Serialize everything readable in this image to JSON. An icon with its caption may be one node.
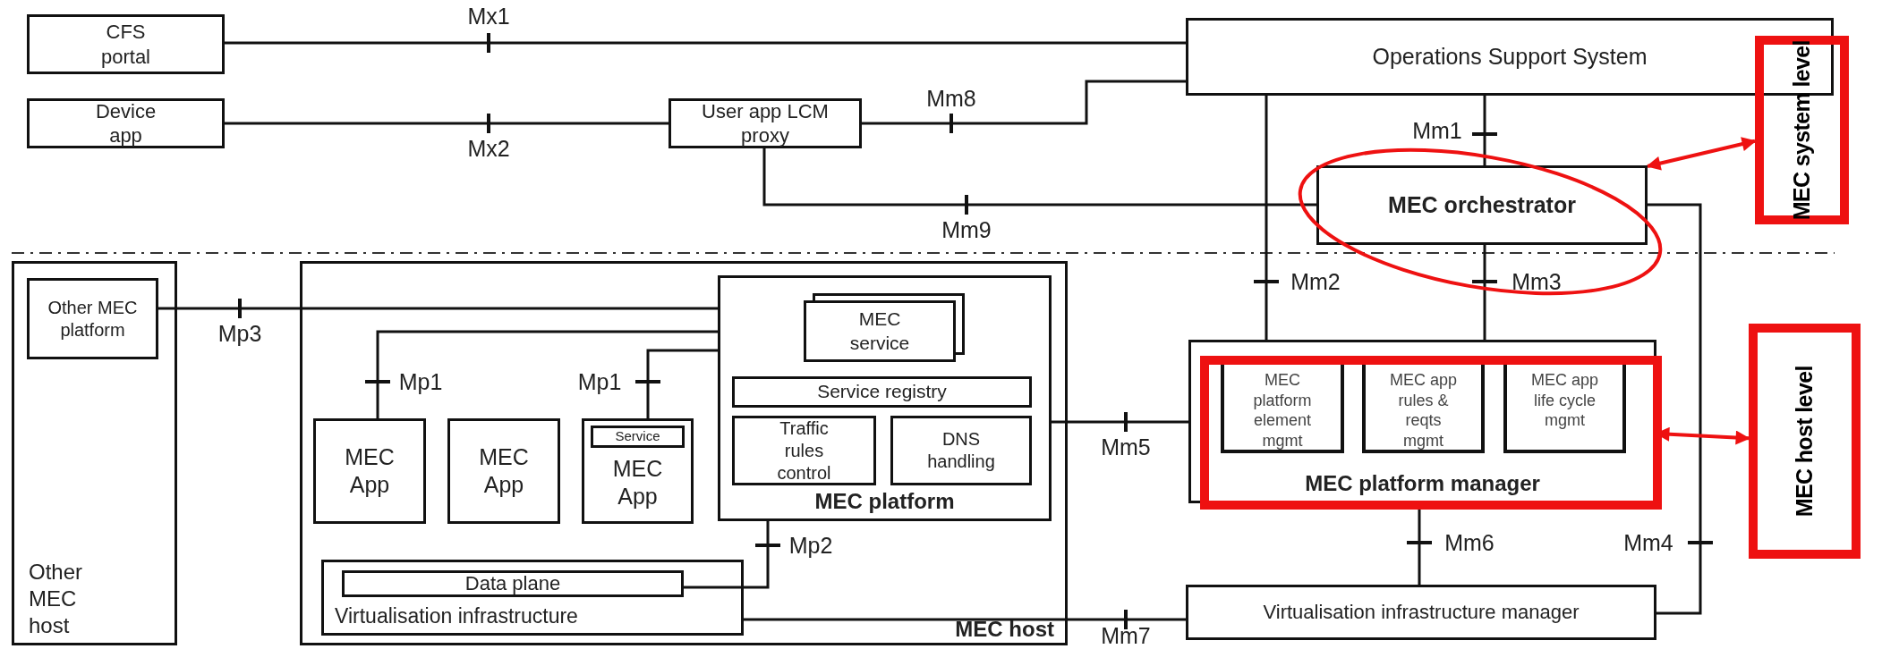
{
  "diagram": {
    "nodes": [
      {
        "text": [
          "CFS portal"
        ]
      },
      {
        "text": [
          "Operations Support System"
        ]
      },
      {
        "text": [
          "MEC system level"
        ]
      },
      {
        "text": [
          "Device app"
        ]
      },
      {
        "text": [
          "User app LCM proxy"
        ]
      },
      {
        "text": [
          "MEC orchestrator"
        ]
      },
      {
        "text": [
          "Other MEC host"
        ]
      },
      {
        "text": [
          "Other MEC platform"
        ],
        "in": 6
      },
      {
        "text": [
          "MEC host"
        ]
      },
      {
        "text": [
          "MEC platform"
        ],
        "in": 8
      },
      {
        "text": [
          "MEC service"
        ],
        "in": 9
      },
      {
        "text": [
          "Service registry"
        ],
        "in": 9
      },
      {
        "text": [
          "Traffic rules control"
        ],
        "in": 9
      },
      {
        "text": [
          "DNS handling"
        ],
        "in": 9
      },
      {
        "text": [
          "MEC App"
        ],
        "in": 8
      },
      {
        "text": [
          "MEC App"
        ],
        "in": 8
      },
      {
        "text": [
          "MEC App"
        ],
        "in": 8
      },
      {
        "text": [
          "Service"
        ],
        "in": 16
      },
      {
        "text": [
          "Virtualisation infrastructure"
        ],
        "in": 8
      },
      {
        "text": [
          "Data plane"
        ],
        "in": 18
      },
      {
        "text": [
          "MEC platform manager"
        ]
      },
      {
        "text": [
          "MEC platform element mgmt"
        ],
        "in": 20
      },
      {
        "text": [
          "MEC app rules & reqts mgmt"
        ],
        "in": 20
      },
      {
        "text": [
          "MEC app life cycle mgmt"
        ],
        "in": 20
      },
      {
        "text": [
          "MEC host level"
        ]
      },
      {
        "text": [
          "Virtualisation infrastructure manager"
        ]
      }
    ],
    "edges": [
      {
        "from": 0,
        "to": 1,
        "arrow": "none",
        "label": "Mx1"
      },
      {
        "from": 3,
        "to": 4,
        "arrow": "none",
        "label": "Mx2"
      },
      {
        "from": 4,
        "to": 1,
        "arrow": "none",
        "label": "Mm8"
      },
      {
        "from": 4,
        "to": 5,
        "arrow": "none",
        "label": "Mm9"
      },
      {
        "from": 1,
        "to": 5,
        "arrow": "none",
        "label": "Mm1"
      },
      {
        "from": 1,
        "to": 20,
        "arrow": "none",
        "label": "Mm2"
      },
      {
        "from": 5,
        "to": 20,
        "arrow": "none",
        "label": "Mm3"
      },
      {
        "from": 5,
        "to": 25,
        "arrow": "none",
        "label": "Mm4"
      },
      {
        "from": 9,
        "to": 20,
        "arrow": "none",
        "label": "Mm5"
      },
      {
        "from": 20,
        "to": 25,
        "arrow": "none",
        "label": "Mm6"
      },
      {
        "from": 18,
        "to": 25,
        "arrow": "none",
        "label": "Mm7"
      },
      {
        "from": 7,
        "to": 9,
        "arrow": "none",
        "label": "Mp3"
      },
      {
        "from": 14,
        "to": 9,
        "arrow": "none",
        "label": "Mp1"
      },
      {
        "from": 16,
        "to": 9,
        "arrow": "none",
        "label": "Mp1"
      },
      {
        "from": 9,
        "to": 19,
        "arrow": "none",
        "label": "Mp2"
      },
      {
        "from": 5,
        "to": 2,
        "arrow": "both",
        "color": "#ee1111"
      },
      {
        "from": 20,
        "to": 24,
        "arrow": "both",
        "color": "#ee1111"
      }
    ]
  }
}
